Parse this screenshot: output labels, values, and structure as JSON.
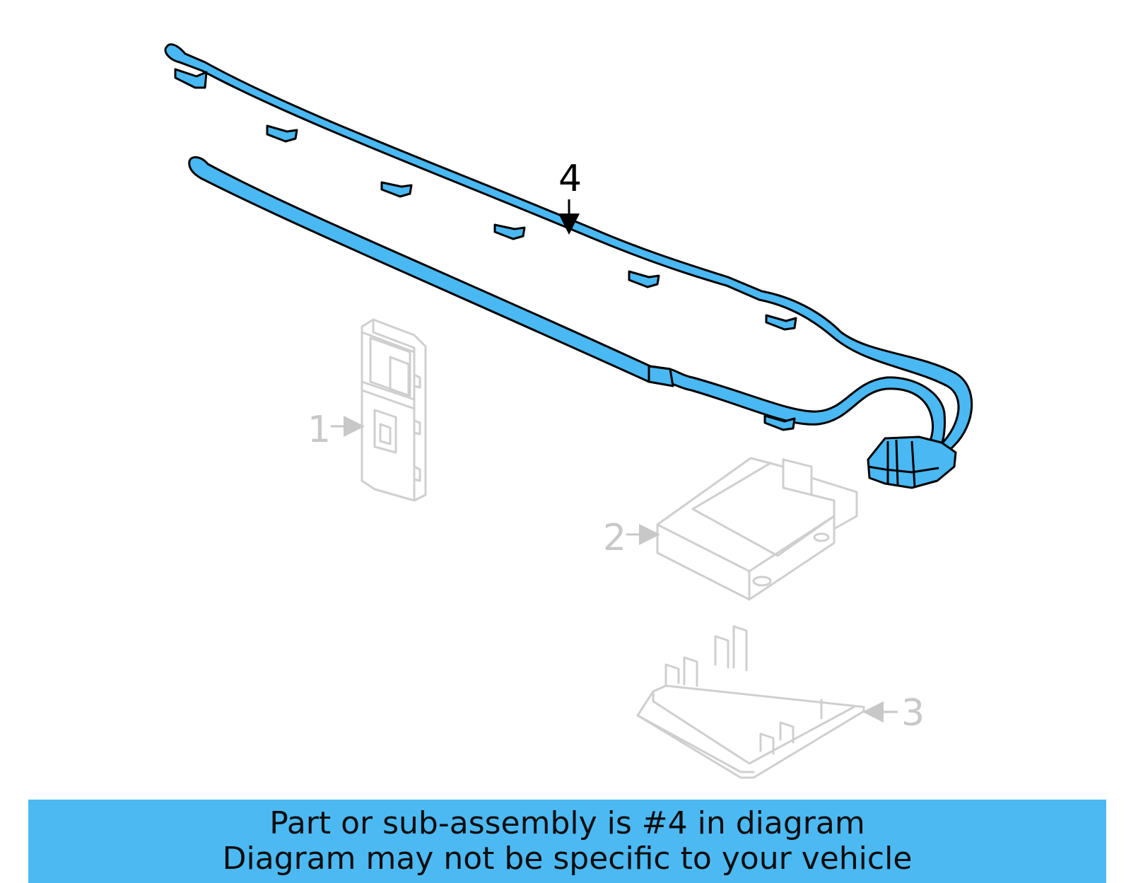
{
  "diagram": {
    "callouts": [
      {
        "number": "1",
        "highlighted": false
      },
      {
        "number": "2",
        "highlighted": false
      },
      {
        "number": "3",
        "highlighted": false
      },
      {
        "number": "4",
        "highlighted": true
      }
    ],
    "highlight_color": "#4ab8f2",
    "ghost_color": "#cfcfcf"
  },
  "caption": {
    "line1": "Part or sub-assembly is #4 in diagram",
    "line2": "Diagram may not be specific to your vehicle",
    "background": "#4cb9f3"
  }
}
